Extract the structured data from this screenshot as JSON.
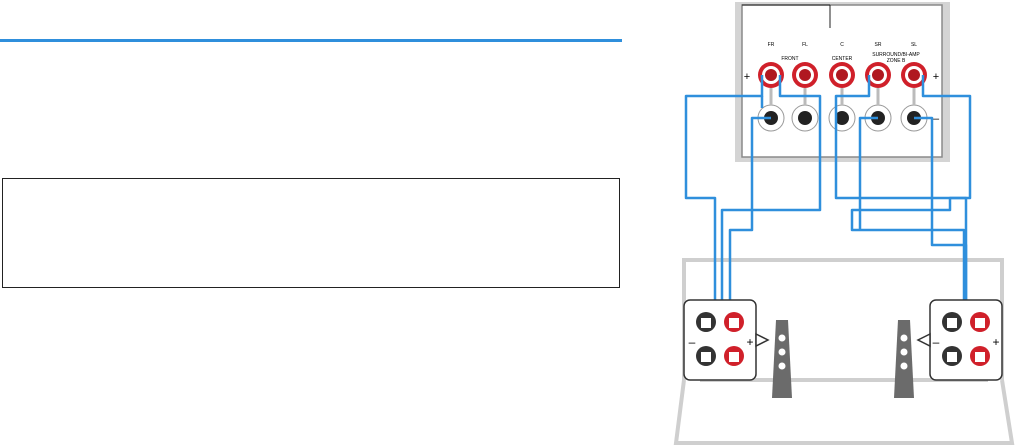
{
  "receiver_panel": {
    "channel_labels": [
      "FR",
      "FL",
      "C",
      "SR",
      "SL"
    ],
    "group_labels": {
      "front": "FRONT",
      "center": "CENTER",
      "surround": "SURROUND/BI-AMP",
      "zone": "ZONE B"
    },
    "polarity": {
      "plus": "+",
      "minus": "–"
    }
  },
  "speaker_terminals": {
    "polarity": {
      "plus": "+",
      "minus": "–"
    }
  },
  "colors": {
    "cable": "#2f8fdc",
    "terminal_red": "#d0202a",
    "terminal_black": "#333333",
    "panel_grey": "#d4d4d4",
    "room_outline": "#cfcfcf",
    "accent_rule": "#2f8fdc"
  }
}
